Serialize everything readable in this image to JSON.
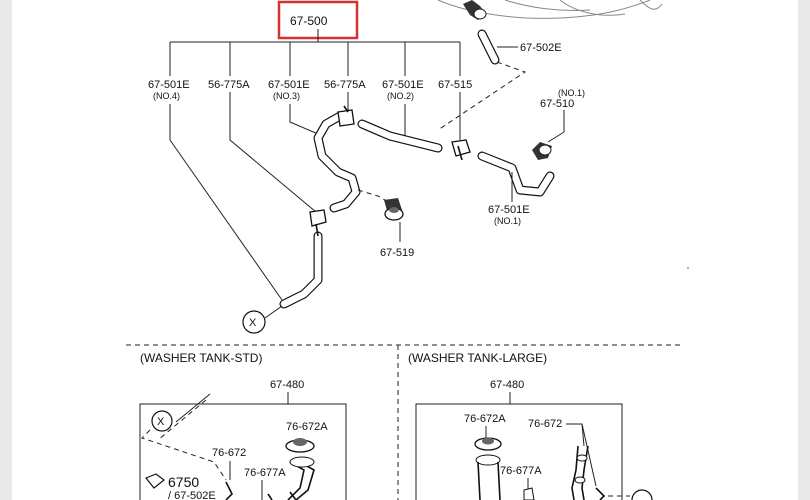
{
  "labels": {
    "main_part": "67-500",
    "hose_502e": "67-502E",
    "hose_501e_no4": "67-501E",
    "hose_501e_no4_note": "(NO.4)",
    "joint_775a_left": "56-775A",
    "hose_501e_no3": "67-501E",
    "hose_501e_no3_note": "(NO.3)",
    "joint_775a_right": "56-775A",
    "hose_501e_no2": "67-501E",
    "hose_501e_no2_note": "(NO.2)",
    "part_515": "67-515",
    "nozzle_510_note": "(NO.1)",
    "nozzle_510": "67-510",
    "hose_501e_no1": "67-501E",
    "hose_501e_no1_note": "(NO.1)",
    "valve_519": "67-519",
    "ref_x_top": "X",
    "tank_std_heading": "(WASHER TANK-STD)",
    "tank_large_heading": "(WASHER TANK-LARGE)",
    "tank_std_part": "67-480",
    "tank_large_part": "67-480",
    "ref_x_std": "X",
    "cap_672a_std": "76-672A",
    "pipe_672_std": "76-672",
    "pipe_677a_std": "76-677A",
    "pump_6750": "6750",
    "pump_6750_note": "/ 67-502E",
    "cap_672a_large": "76-672A",
    "pipe_672_large": "76-672",
    "pipe_677a_large": "76-677A"
  },
  "highlight_color": "#d63030"
}
